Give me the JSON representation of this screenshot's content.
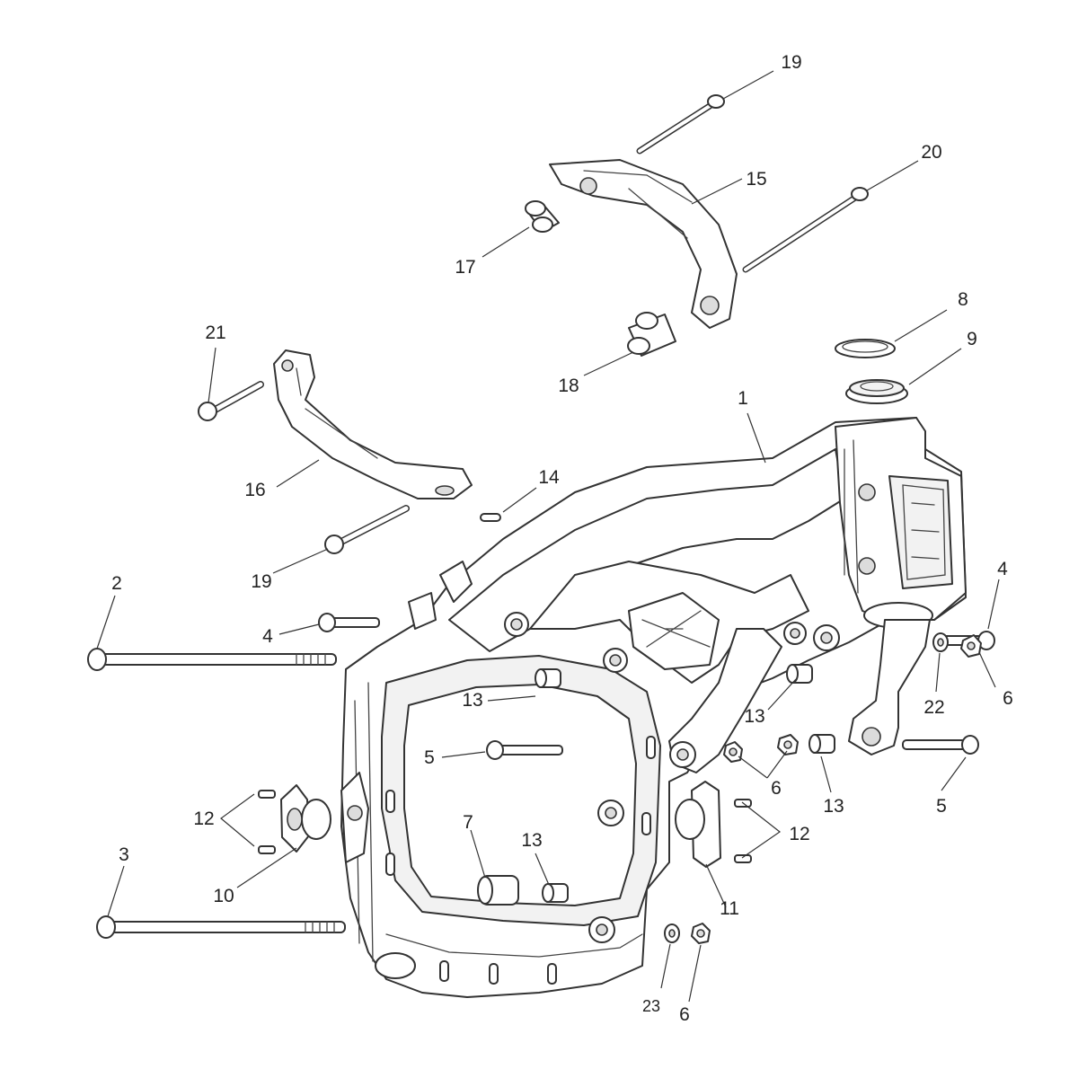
{
  "callouts": {
    "c1": "1",
    "c2": "2",
    "c3": "3",
    "c4a": "4",
    "c4b": "4",
    "c5a": "5",
    "c5b": "5",
    "c6a": "6",
    "c6b": "6",
    "c6c": "6",
    "c7": "7",
    "c8": "8",
    "c9": "9",
    "c10": "10",
    "c11": "11",
    "c12a": "12",
    "c12b": "12",
    "c13a": "13",
    "c13b": "13",
    "c13c": "13",
    "c13d": "13",
    "c14": "14",
    "c15": "15",
    "c16": "16",
    "c17": "17",
    "c18": "18",
    "c19a": "19",
    "c19b": "19",
    "c20": "20",
    "c21": "21",
    "c22": "22",
    "c23": "23"
  }
}
